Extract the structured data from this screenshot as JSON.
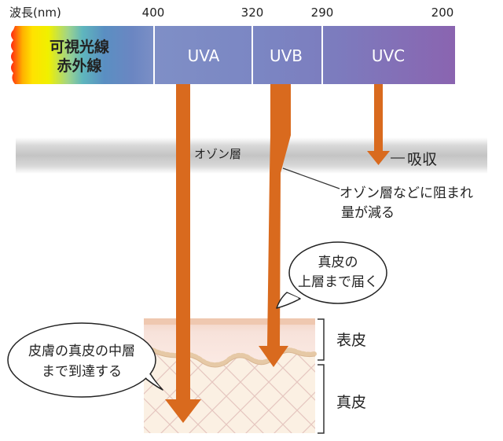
{
  "header": {
    "wavelength_label": "波長(nm)",
    "ticks": [
      "400",
      "320",
      "290",
      "200"
    ]
  },
  "spectrum": {
    "visible_ir_line1": "可視光線",
    "visible_ir_line2": "赤外線",
    "uva": "UVA",
    "uvb": "UVB",
    "uvc": "UVC"
  },
  "ozone": {
    "layer_label": "オゾン層",
    "absorb_label": "吸収",
    "reduce_line1": "オゾン層などに阻まれ",
    "reduce_line2": "量が減る"
  },
  "callouts": {
    "uvb_line1": "真皮の",
    "uvb_line2": "上層まで届く",
    "uva_line1": "皮膚の真皮の中層",
    "uva_line2": "まで到達する"
  },
  "skin": {
    "epidermis": "表皮",
    "dermis": "真皮"
  },
  "colors": {
    "arrow": "#d96a1e",
    "uva_band": "#7f8fc6",
    "uvb_band": "#7a80c0",
    "uvc_band": "#8a6fb8",
    "ozone_band": "#c9c9c9",
    "epidermis": "#f8e4dc",
    "dermis": "#fbf0e3"
  }
}
